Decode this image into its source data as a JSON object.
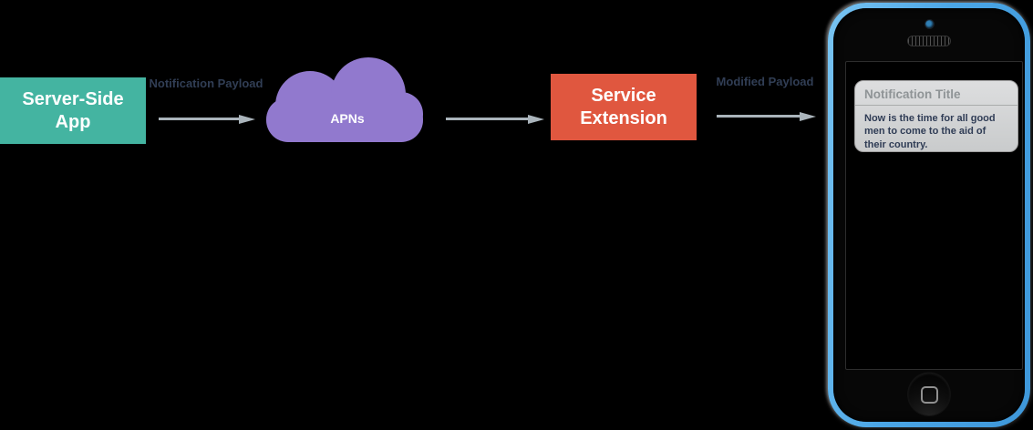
{
  "background_color": "#000000",
  "nodes": [
    {
      "label": "Server-Side App",
      "color": "#44b4a1",
      "text_color": "#ffffff"
    },
    {
      "label": "APNs",
      "color": "#9179ce",
      "text_color": "#ffffff"
    },
    {
      "label": "Service Extension",
      "color": "#e0573f",
      "text_color": "#ffffff"
    }
  ],
  "arrow_labels": {
    "first": "Notification Payload",
    "second": "Modified Payload"
  },
  "arrow_color": "#aab4bb",
  "label_text_color": "#313e55",
  "phone": {
    "frame_color": "#4ba6e6",
    "notification": {
      "title": "Notification Title",
      "body": "Now is the time for all good men to come to the aid of their country."
    }
  }
}
